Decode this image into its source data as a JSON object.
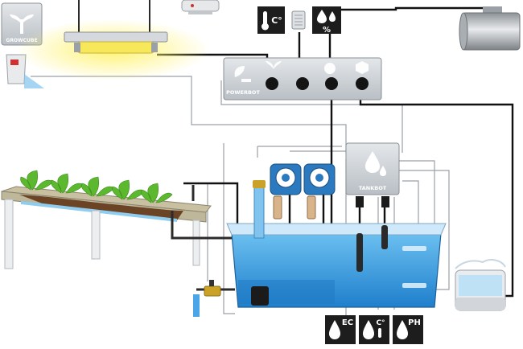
{
  "devices": {
    "growcube": {
      "label": "GROWCUBE",
      "icon": "plant-icon"
    },
    "powerbot": {
      "label": "POWERBOT",
      "icons": [
        "plant-plug-icon",
        "sprout-plug-icon",
        "power-plug-icon",
        "heater-plug-icon"
      ]
    },
    "tankbot": {
      "label": "TANKBOT",
      "icon": "water-drops-icon"
    },
    "climate_sensor": {
      "temp_unit": "C°",
      "humidity_unit": "%"
    }
  },
  "sensors": [
    {
      "id": "ec",
      "label": "EC",
      "icon": "conductivity-drop-icon"
    },
    {
      "id": "temp",
      "label": "C°",
      "icon": "temperature-drop-icon"
    },
    {
      "id": "ph",
      "label": "PH",
      "icon": "ph-drop-icon"
    }
  ],
  "colors": {
    "water": "#3a9fe0",
    "cable": "#111111",
    "panel": "#c7ccd1",
    "soil": "#6b4325",
    "leaf": "#5cb82e",
    "lamp_glow": "#fff26a"
  }
}
